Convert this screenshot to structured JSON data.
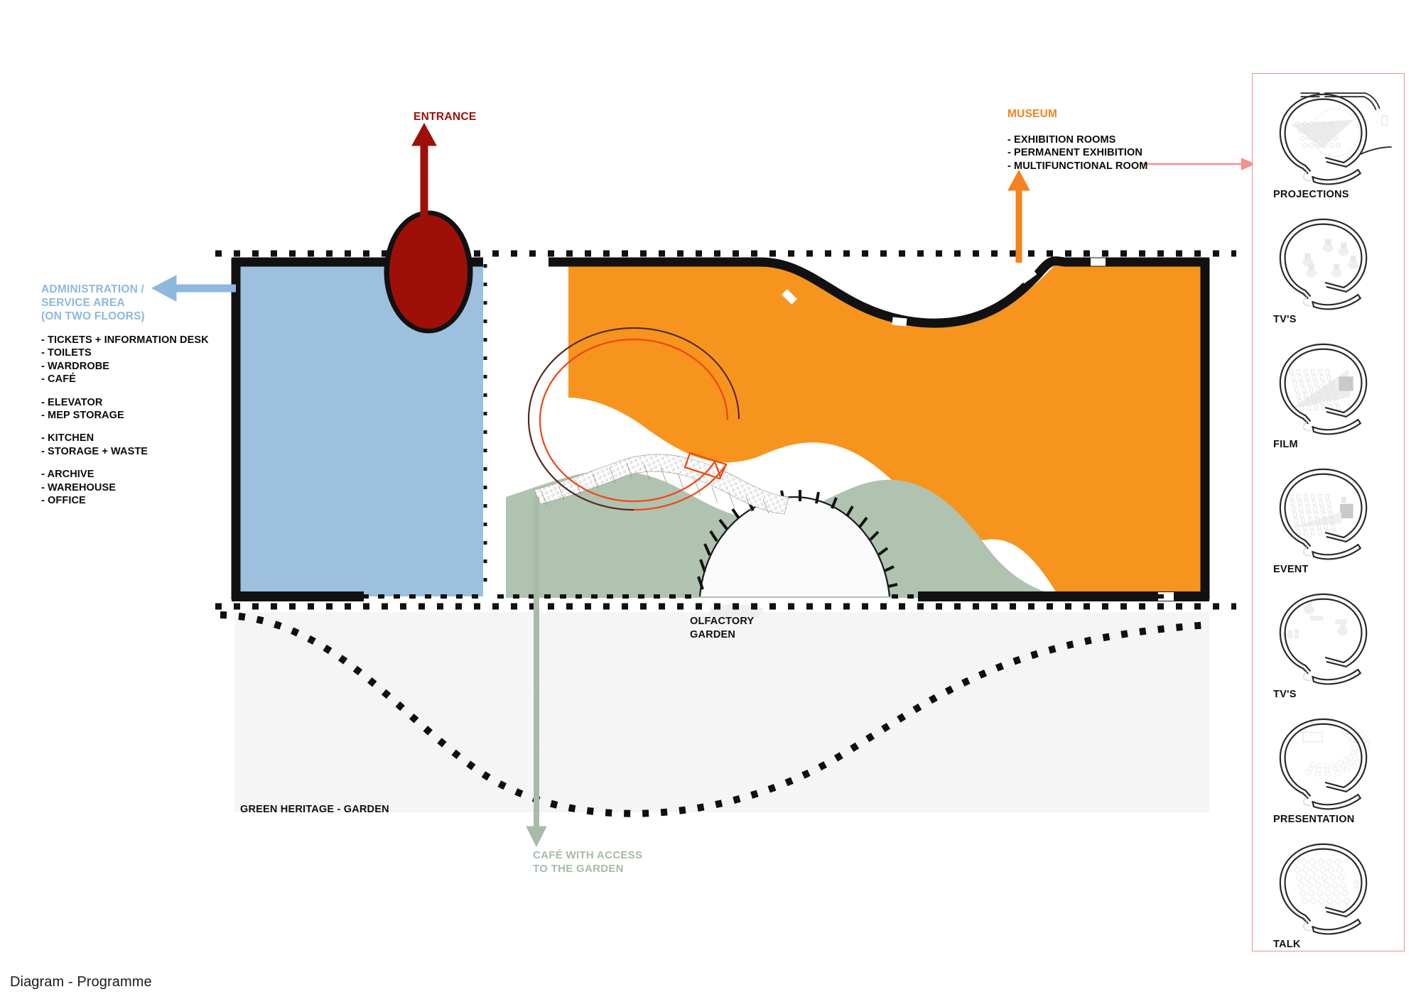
{
  "caption": "Diagram - Programme",
  "colors": {
    "administration": "#9cc0dd",
    "museum_orange": "#F7941E",
    "museum_label": "#F58220",
    "entrance_red": "#9e1007",
    "garden_green": "#afc3b0",
    "panel_border": "#f2918d",
    "leader_red": "#f2918d",
    "wall_black": "#111111",
    "ground_gray": "#f4f4f4"
  },
  "administration": {
    "title_lines": [
      "ADMINISTRATION /",
      "SERVICE AREA",
      "(ON TWO FLOORS)"
    ],
    "items": [
      "- TICKETS + INFORMATION DESK",
      "- TOILETS",
      "- WARDROBE",
      "- CAFÉ",
      "",
      "- ELEVATOR",
      "- MEP STORAGE",
      "",
      "- KITCHEN",
      "- STORAGE + WASTE",
      "",
      "- ARCHIVE",
      "- WAREHOUSE",
      "- OFFICE"
    ]
  },
  "museum": {
    "title": "MUSEUM",
    "items": [
      "- EXHIBITION ROOMS",
      "- PERMANENT EXHIBITION",
      "- MULTIFUNCTIONAL ROOM"
    ]
  },
  "entrance": {
    "label": "ENTRANCE"
  },
  "cafe": {
    "label_lines": [
      "CAFÉ WITH ACCESS",
      "TO THE GARDEN"
    ]
  },
  "gardens": {
    "olfactory_lines": [
      "OLFACTORY",
      "GARDEN"
    ],
    "green_heritage": "GREEN HERITAGE - GARDEN"
  },
  "room_configurations": [
    {
      "name": "PROJECTIONS",
      "glyph": "projection-cone-with-seats"
    },
    {
      "name": "TV'S",
      "glyph": "scattered-tv-stations"
    },
    {
      "name": "FILM",
      "glyph": "angled-rows-with-screen"
    },
    {
      "name": "EVENT",
      "glyph": "rows-with-screen"
    },
    {
      "name": "TV'S",
      "glyph": "sparse-lounge-stations"
    },
    {
      "name": "PRESENTATION",
      "glyph": "curved-seating-rows"
    },
    {
      "name": "TALK",
      "glyph": "dense-grid-seating"
    }
  ]
}
